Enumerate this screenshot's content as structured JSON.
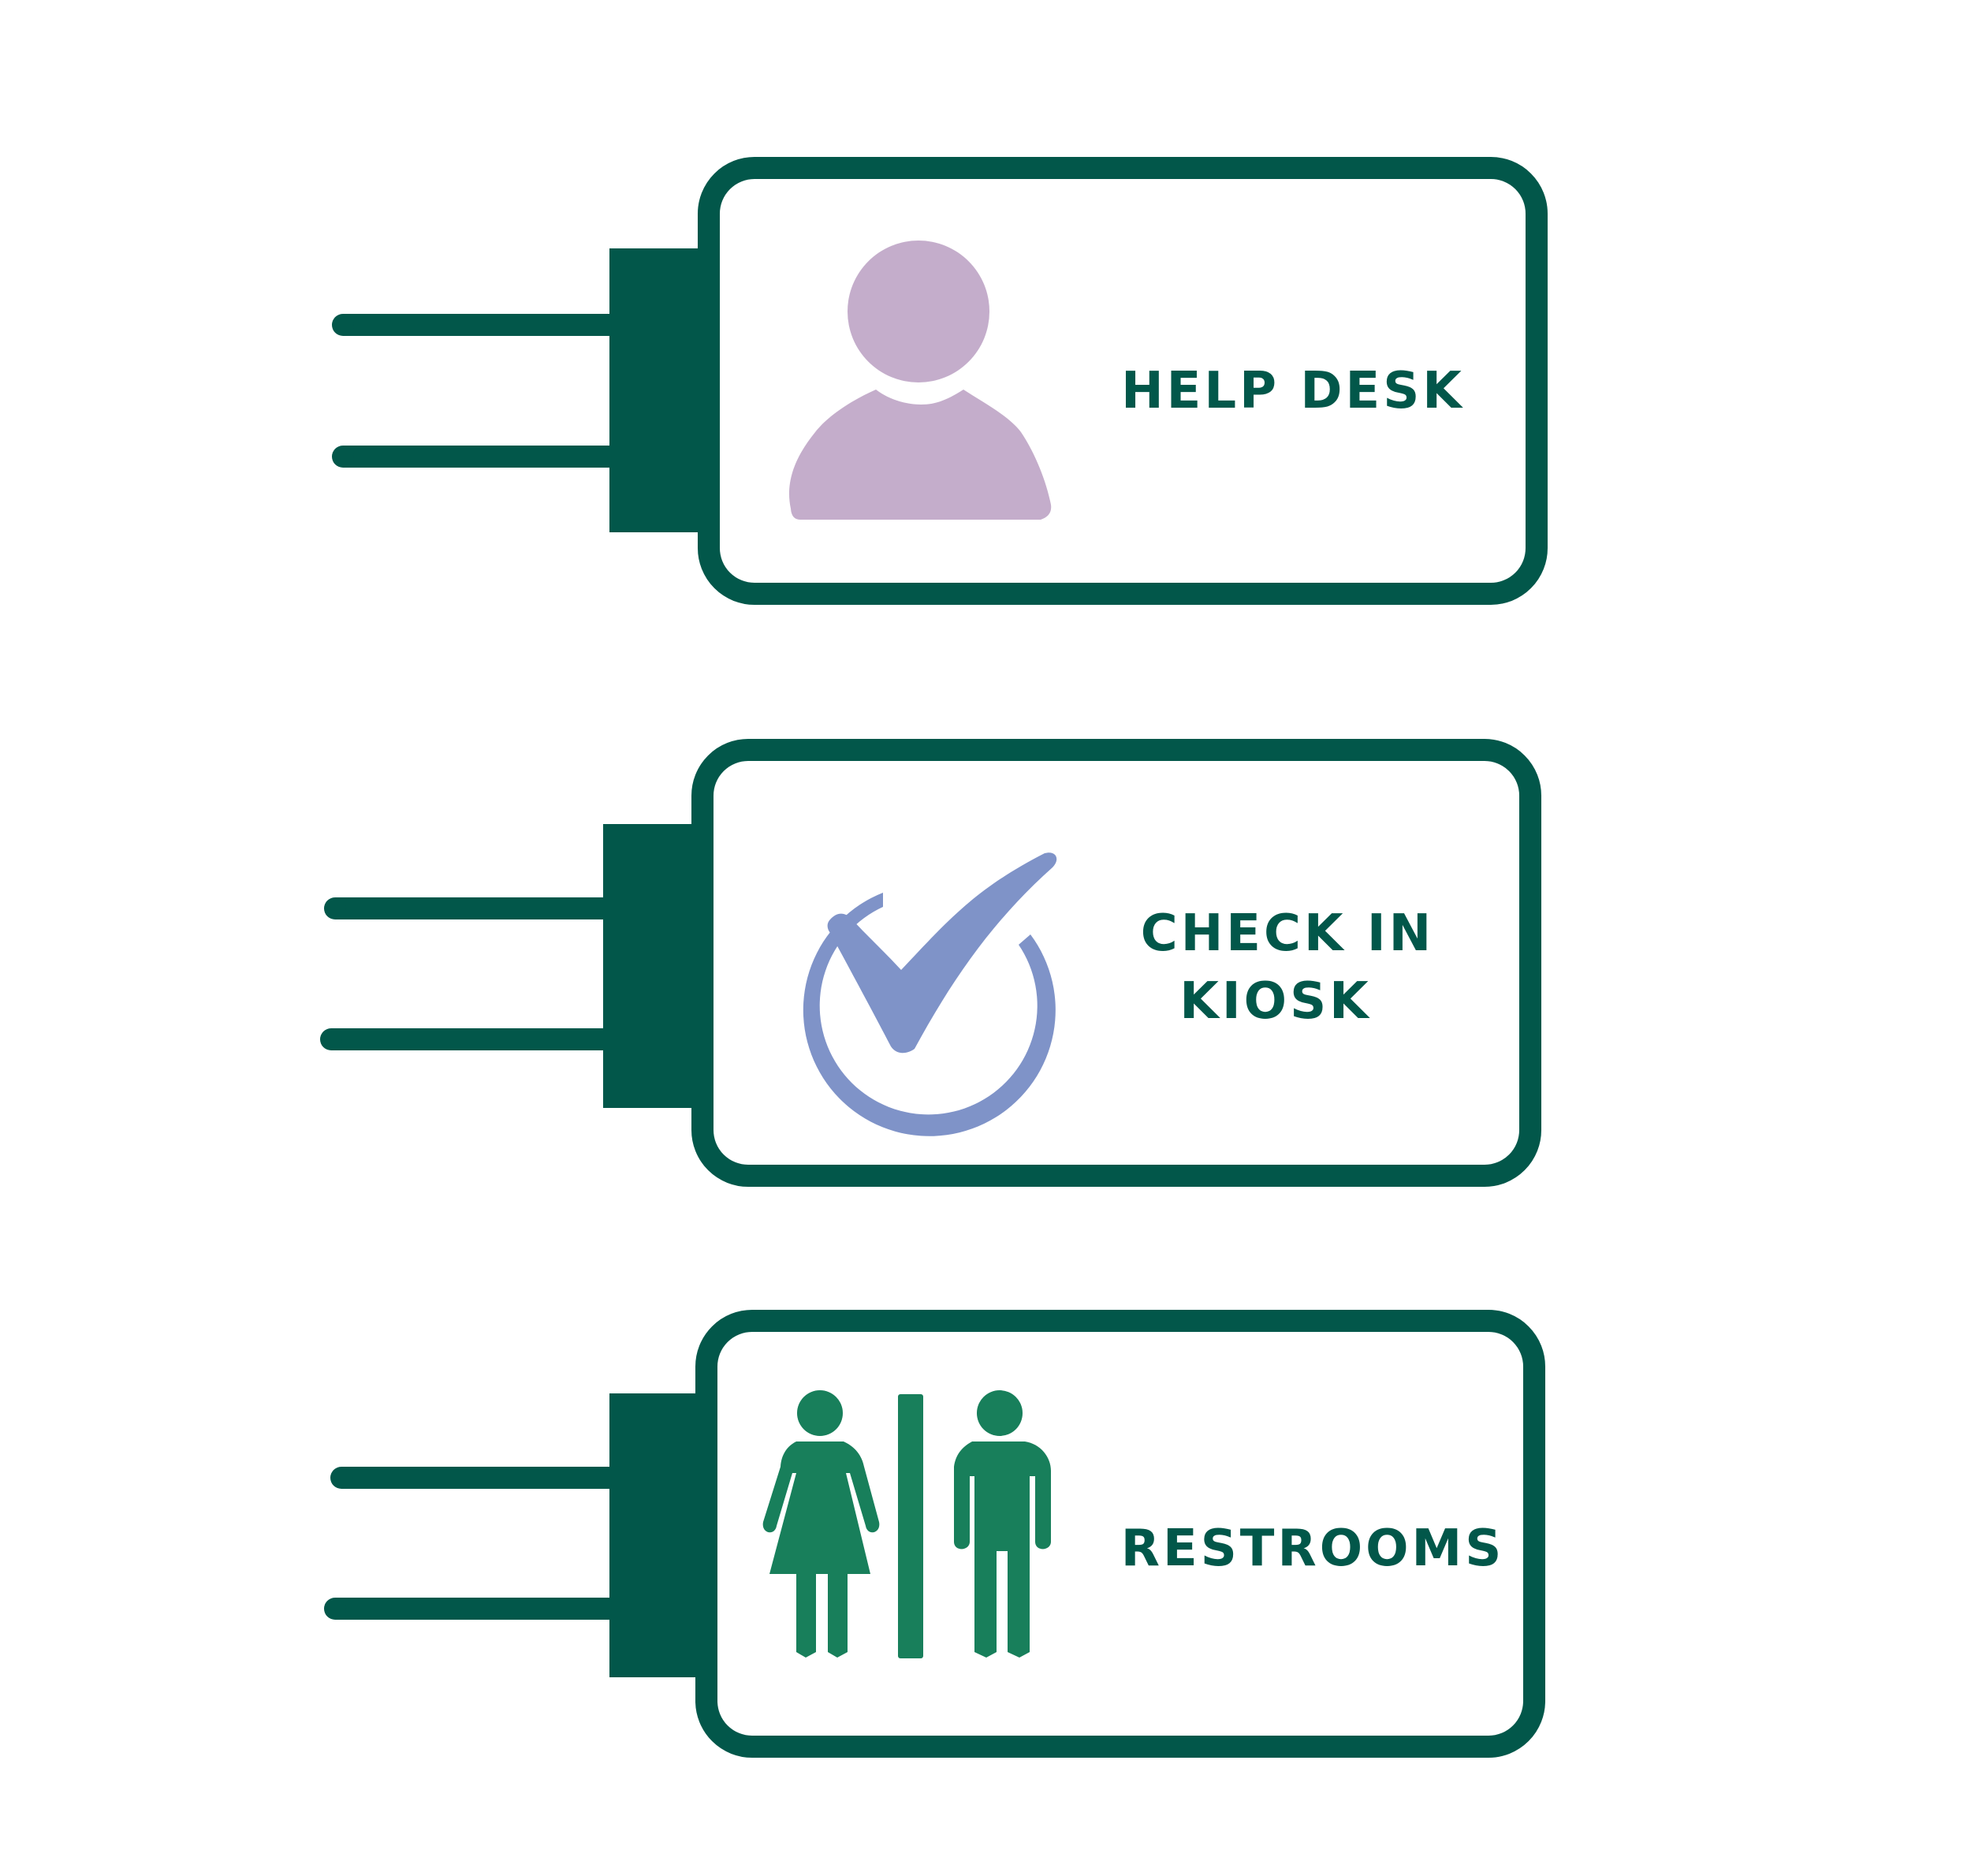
{
  "colors": {
    "frame": "#02574a",
    "person_icon": "#c4adcb",
    "checkmark_icon": "#7f93c8",
    "restroom_icon": "#187f5b",
    "background": "#ffffff"
  },
  "signs": [
    {
      "icon": "person-icon",
      "label_lines": [
        "HELP DESK"
      ]
    },
    {
      "icon": "checkmark-circle-icon",
      "label_lines": [
        "CHECK IN",
        "KIOSK"
      ]
    },
    {
      "icon": "restroom-icon",
      "label_lines": [
        "RESTROOMS"
      ]
    }
  ]
}
